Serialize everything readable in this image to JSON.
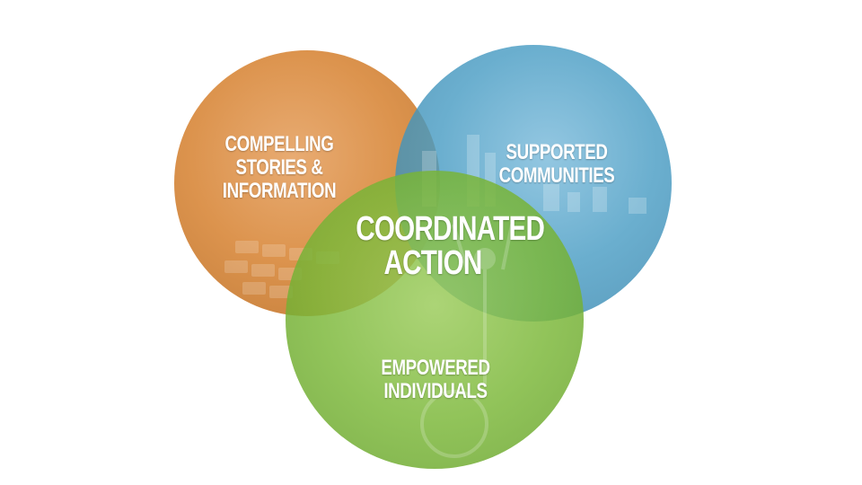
{
  "diagram": {
    "type": "venn",
    "colors": {
      "stories": "#d98a3e",
      "communities": "#4a9dc4",
      "individuals": "#7cb83a",
      "background": "#ffffff",
      "text": "#ffffff"
    },
    "circles": {
      "stories": {
        "lines": [
          "COMPELLING",
          "STORIES &",
          "INFORMATION"
        ]
      },
      "communities": {
        "lines": [
          "SUPPORTED",
          "COMMUNITIES"
        ]
      },
      "individuals": {
        "lines": [
          "EMPOWERED",
          "INDIVIDUALS"
        ]
      }
    },
    "center": {
      "lines": [
        "COORDINATED",
        "ACTION"
      ]
    }
  }
}
